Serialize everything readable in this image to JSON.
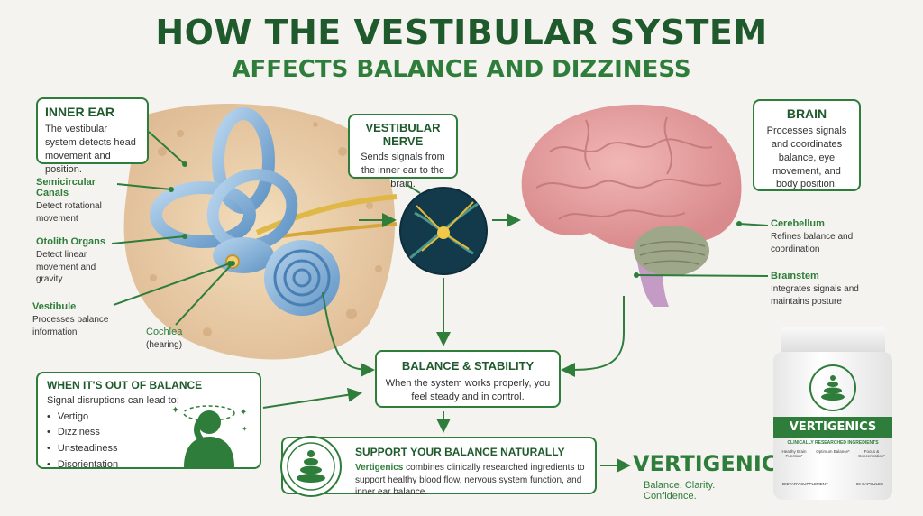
{
  "title": {
    "line1": "HOW THE VESTIBULAR SYSTEM",
    "line2": "AFFECTS BALANCE AND DIZZINESS"
  },
  "inner_ear": {
    "title": "INNER EAR",
    "text": "The vestibular system detects head movement and position."
  },
  "ear_labels": {
    "semicircular": {
      "title": "Semicircular Canals",
      "text": "Detect rotational movement"
    },
    "otolith": {
      "title": "Otolith Organs",
      "text": "Detect linear movement and gravity"
    },
    "vestibule": {
      "title": "Vestibule",
      "text": "Processes balance information"
    },
    "cochlea": {
      "title": "Cochlea",
      "text": "(hearing)"
    }
  },
  "nerve": {
    "title": "VESTIBULAR NERVE",
    "text": "Sends signals from the inner ear to the brain."
  },
  "brain": {
    "title": "BRAIN",
    "text": "Processes signals and coordinates balance, eye movement, and body position."
  },
  "brain_labels": {
    "cerebellum": {
      "title": "Cerebellum",
      "text": "Refines balance and coordination"
    },
    "brainstem": {
      "title": "Brainstem",
      "text": "Integrates signals and maintains posture"
    }
  },
  "balance": {
    "title": "BALANCE & STABILITY",
    "text": "When the system works properly, you feel steady and in control."
  },
  "out_of_balance": {
    "title": "WHEN IT'S OUT OF BALANCE",
    "intro": "Signal disruptions can lead to:",
    "items": [
      "Vertigo",
      "Dizziness",
      "Unsteadiness",
      "Disorientation"
    ]
  },
  "support": {
    "title": "SUPPORT YOUR BALANCE NATURALLY",
    "brand": "Vertigenics",
    "text": " combines clinically researched ingredients to support healthy blood flow, nervous system function, and inner ear balance."
  },
  "brand": {
    "name": "VERTIGENICS",
    "tagline": "Balance. Clarity. Confidence."
  },
  "bottle": {
    "name": "VERTIGENICS",
    "sub": "CLINICALLY RESEARCHED INGREDIENTS",
    "claims": [
      "Healthy Brain Function*",
      "Optimum Balance*",
      "Focus & Concentration*"
    ],
    "left_foot": "DIETARY SUPPLEMENT",
    "right_foot": "60 CAPSULES"
  },
  "colors": {
    "primary": "#1f5a2c",
    "accent": "#2e7d3a",
    "background": "#f4f3ef"
  }
}
